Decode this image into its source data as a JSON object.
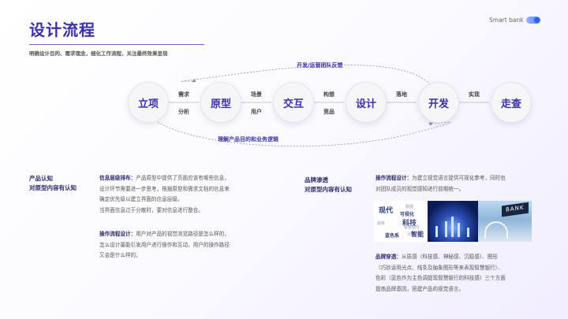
{
  "header": {
    "title": "设计流程",
    "subtitle": "明确设计目的、需求理念，细化工作流程，关注最终效果呈现",
    "brand": "Smart bank"
  },
  "flow": {
    "nodes": [
      "立项",
      "原型",
      "交互",
      "设计",
      "开发",
      "走查"
    ],
    "edges": [
      {
        "top": "需求",
        "bottom": "分析"
      },
      {
        "top": "场景",
        "bottom": "用户"
      },
      {
        "top": "构想",
        "bottom": "竞品"
      },
      {
        "top": "落地",
        "bottom": ""
      },
      {
        "top": "实现",
        "bottom": ""
      }
    ],
    "top_loop": "开发/运营团队反馈",
    "bottom_loop": "理解产品目的和业务逻辑"
  },
  "left_section": {
    "heading_line1": "产品认知",
    "heading_line2": "对原型内容有认知",
    "p1_label": "信息层级排布：",
    "p1_l1": "产品原型中提供了页面应该有哪些信息，",
    "p1_l2": "设计环节需要进一步思考，根据原型和需求文档的信息来",
    "p1_l3": "确定优先级以建立界面的信息层级。",
    "p1_l4": "当界面信息过于分散时，要对信息进行整合。",
    "p2_label": "操作流程设计：",
    "p2_l1": "用户对产品的视觉浏览路径是怎么样的，",
    "p2_l2": "怎么设计最能引发用户进行操作和互动，用户的操作路径",
    "p2_l3": "又会是什么样的。"
  },
  "right_section": {
    "heading_line1": "品牌渗透",
    "heading_line2": "对原型内容有认知",
    "p1_label": "操作流程设计：",
    "p1_l1": "为建立视觉语言提供可视化参考，同时也",
    "p1_l2": "对团队成员的视觉感知进行前期统一。",
    "board_words": [
      "现代",
      "数据",
      "可视化",
      "线条",
      "科技",
      "智慧银行",
      "蓝色系",
      "沉稳",
      "智能"
    ],
    "photo_sign": "BANK",
    "p2_label": "品牌穿透：",
    "p2_l1": "从质感（科技感、神秘感、沉稳感）、图形",
    "p2_l2": "（巧妙运用光点、线条及抽象图形等来表现智慧银行）、",
    "p2_l3": "色彩（蓝色作为主色调提现智慧银行的科技感）三个方面",
    "p2_l4": "提炼品牌基因，搭建产品的视觉语言。"
  }
}
